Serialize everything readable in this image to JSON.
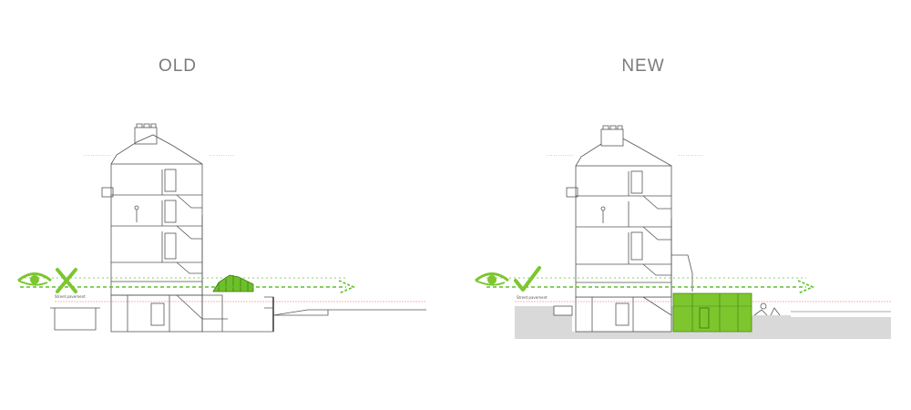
{
  "panels": {
    "old": {
      "title": "OLD",
      "verdict": "cross",
      "mark_color": "#e53935"
    },
    "new": {
      "title": "NEW",
      "verdict": "check",
      "mark_color": "#2ecc40"
    }
  },
  "colors": {
    "accent_green": "#7dc62e",
    "sightline": "#5cc22a",
    "street_line": "#e57373",
    "ground_fill": "#d9d9d9",
    "line": "#555555"
  },
  "labels": {
    "street_level": "Street pavement"
  },
  "icons": {
    "viewer": "eye-icon",
    "old_mark": "cross-icon",
    "new_mark": "check-icon"
  }
}
